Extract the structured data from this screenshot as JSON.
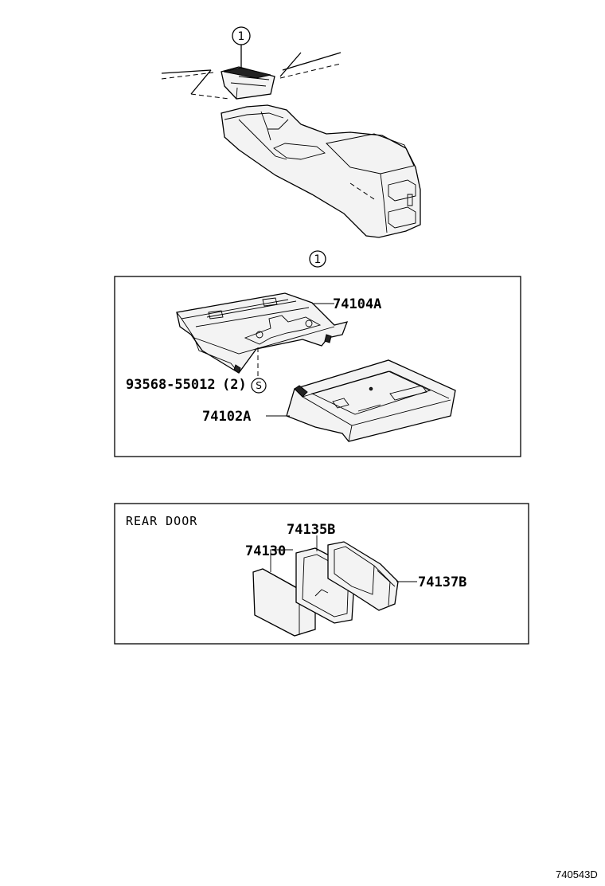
{
  "callouts": {
    "ref_mark_top": "1",
    "ref_mark_panel": "1",
    "s_symbol": "S"
  },
  "panel_upper": {
    "parts": {
      "bracket": "74104A",
      "screw": "93568-55012",
      "screw_qty": "(2)",
      "ashtray": "74102A"
    }
  },
  "panel_lower": {
    "title": "REAR DOOR",
    "parts": {
      "ashtray": "74130",
      "frame": "74135B",
      "retainer": "74137B"
    }
  },
  "footer": {
    "diagram_code": "740543D"
  }
}
